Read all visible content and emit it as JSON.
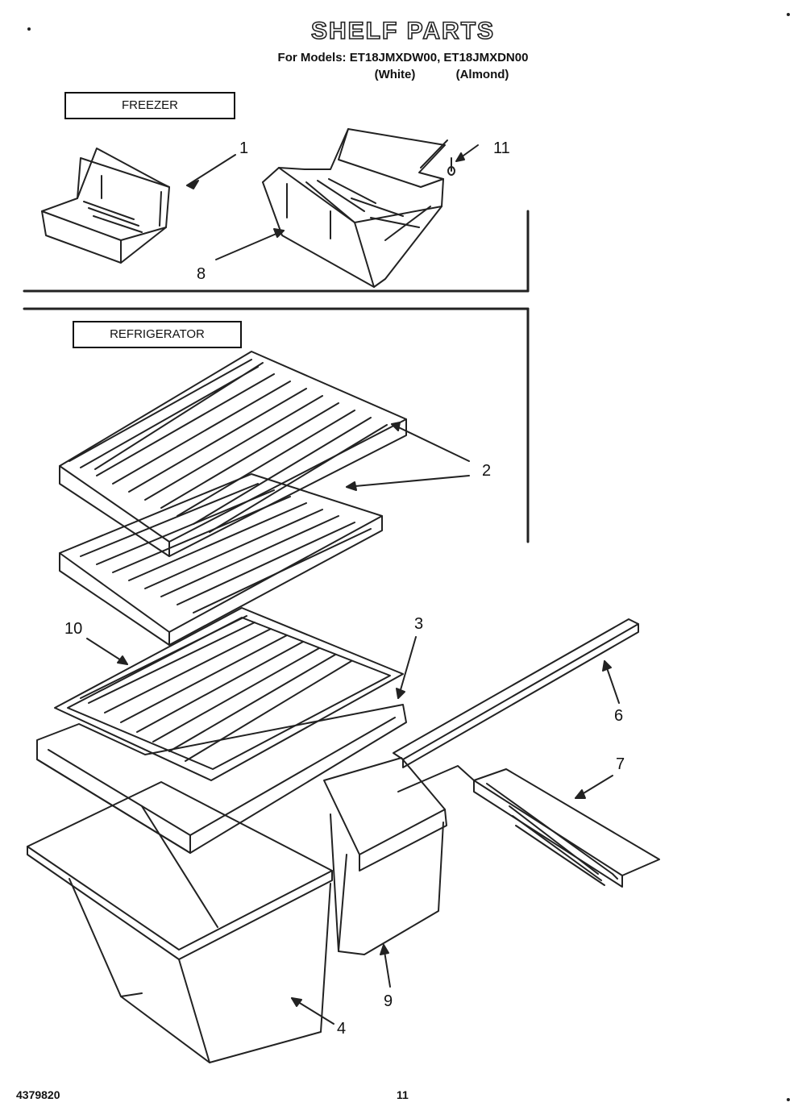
{
  "header": {
    "title": "SHELF PARTS",
    "models_line": "For Models: ET18JMXDW00, ET18JMXDN00",
    "variant_white": "(White)",
    "variant_almond": "(Almond)"
  },
  "sections": {
    "freezer": "FREEZER",
    "refrigerator": "REFRIGERATOR"
  },
  "callouts": {
    "c1": "1",
    "c2": "2",
    "c3": "3",
    "c4": "4",
    "c6": "6",
    "c7": "7",
    "c8": "8",
    "c9": "9",
    "c10": "10",
    "c11": "11"
  },
  "footer": {
    "doc_number": "4379820",
    "page_number": "11"
  }
}
